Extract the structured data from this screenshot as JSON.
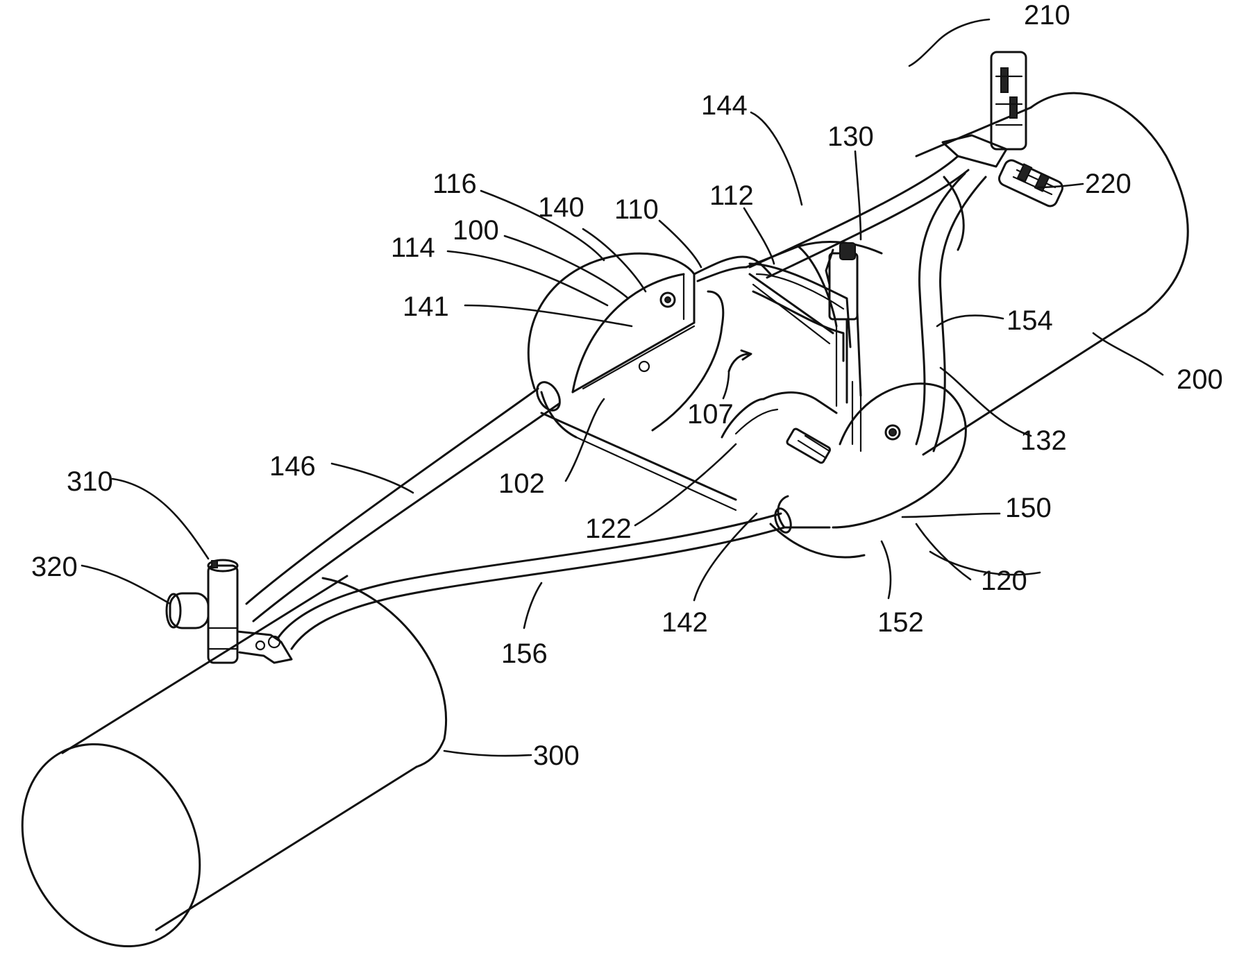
{
  "labels": {
    "l210": "210",
    "l144": "144",
    "l130": "130",
    "l220": "220",
    "l116": "116",
    "l140": "140",
    "l110": "110",
    "l112": "112",
    "l100": "100",
    "l114": "114",
    "l141": "141",
    "l154": "154",
    "l200": "200",
    "l107": "107",
    "l132": "132",
    "l146": "146",
    "l310": "310",
    "l102": "102",
    "l150": "150",
    "l122": "122",
    "l320": "320",
    "l120": "120",
    "l156": "156",
    "l142": "142",
    "l152": "152",
    "l300": "300"
  }
}
